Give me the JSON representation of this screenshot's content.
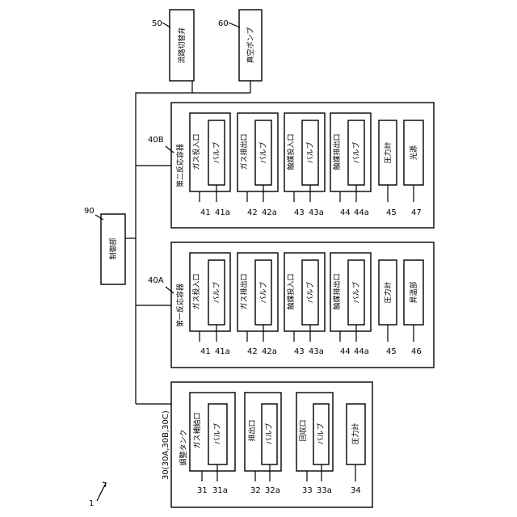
{
  "system_label": "1",
  "controller": {
    "number": "90",
    "name": "制御部"
  },
  "switch_valve": {
    "number": "50",
    "name": "流路切替弁"
  },
  "vacuum_pump": {
    "number": "60",
    "name": "真空ポンプ"
  },
  "tank": {
    "number": "30(30A,30B,30C)",
    "name": "調整タンク",
    "ports": [
      {
        "name": "ガス補給口",
        "number": "31",
        "valve": "バルブ",
        "valve_number": "31a"
      },
      {
        "name": "排出口",
        "number": "32",
        "valve": "バルブ",
        "valve_number": "32a"
      },
      {
        "name": "回収口",
        "number": "33",
        "valve": "バルブ",
        "valve_number": "33a"
      }
    ],
    "gauge": {
      "name": "圧力計",
      "number": "34"
    }
  },
  "reactor1": {
    "number": "40A",
    "name": "第一反応容器",
    "ports": [
      {
        "name": "ガス投入口",
        "number": "41",
        "valve": "バルブ",
        "valve_number": "41a"
      },
      {
        "name": "ガス排出口",
        "number": "42",
        "valve": "バルブ",
        "valve_number": "42a"
      },
      {
        "name": "触媒投入口",
        "number": "43",
        "valve": "バルブ",
        "valve_number": "43a"
      },
      {
        "name": "触媒排出口",
        "number": "44",
        "valve": "バルブ",
        "valve_number": "44a"
      }
    ],
    "gauge": {
      "name": "圧力計",
      "number": "45"
    },
    "extra": {
      "name": "昇温部",
      "number": "46"
    }
  },
  "reactor2": {
    "number": "40B",
    "name": "第二反応容器",
    "ports": [
      {
        "name": "ガス投入口",
        "number": "41",
        "valve": "バルブ",
        "valve_number": "41a"
      },
      {
        "name": "ガス排出口",
        "number": "42",
        "valve": "バルブ",
        "valve_number": "42a"
      },
      {
        "name": "触媒投入口",
        "number": "43",
        "valve": "バルブ",
        "valve_number": "43a"
      },
      {
        "name": "触媒排出口",
        "number": "44",
        "valve": "バルブ",
        "valve_number": "44a"
      }
    ],
    "gauge": {
      "name": "圧力計",
      "number": "45"
    },
    "extra": {
      "name": "光源",
      "number": "47"
    }
  }
}
